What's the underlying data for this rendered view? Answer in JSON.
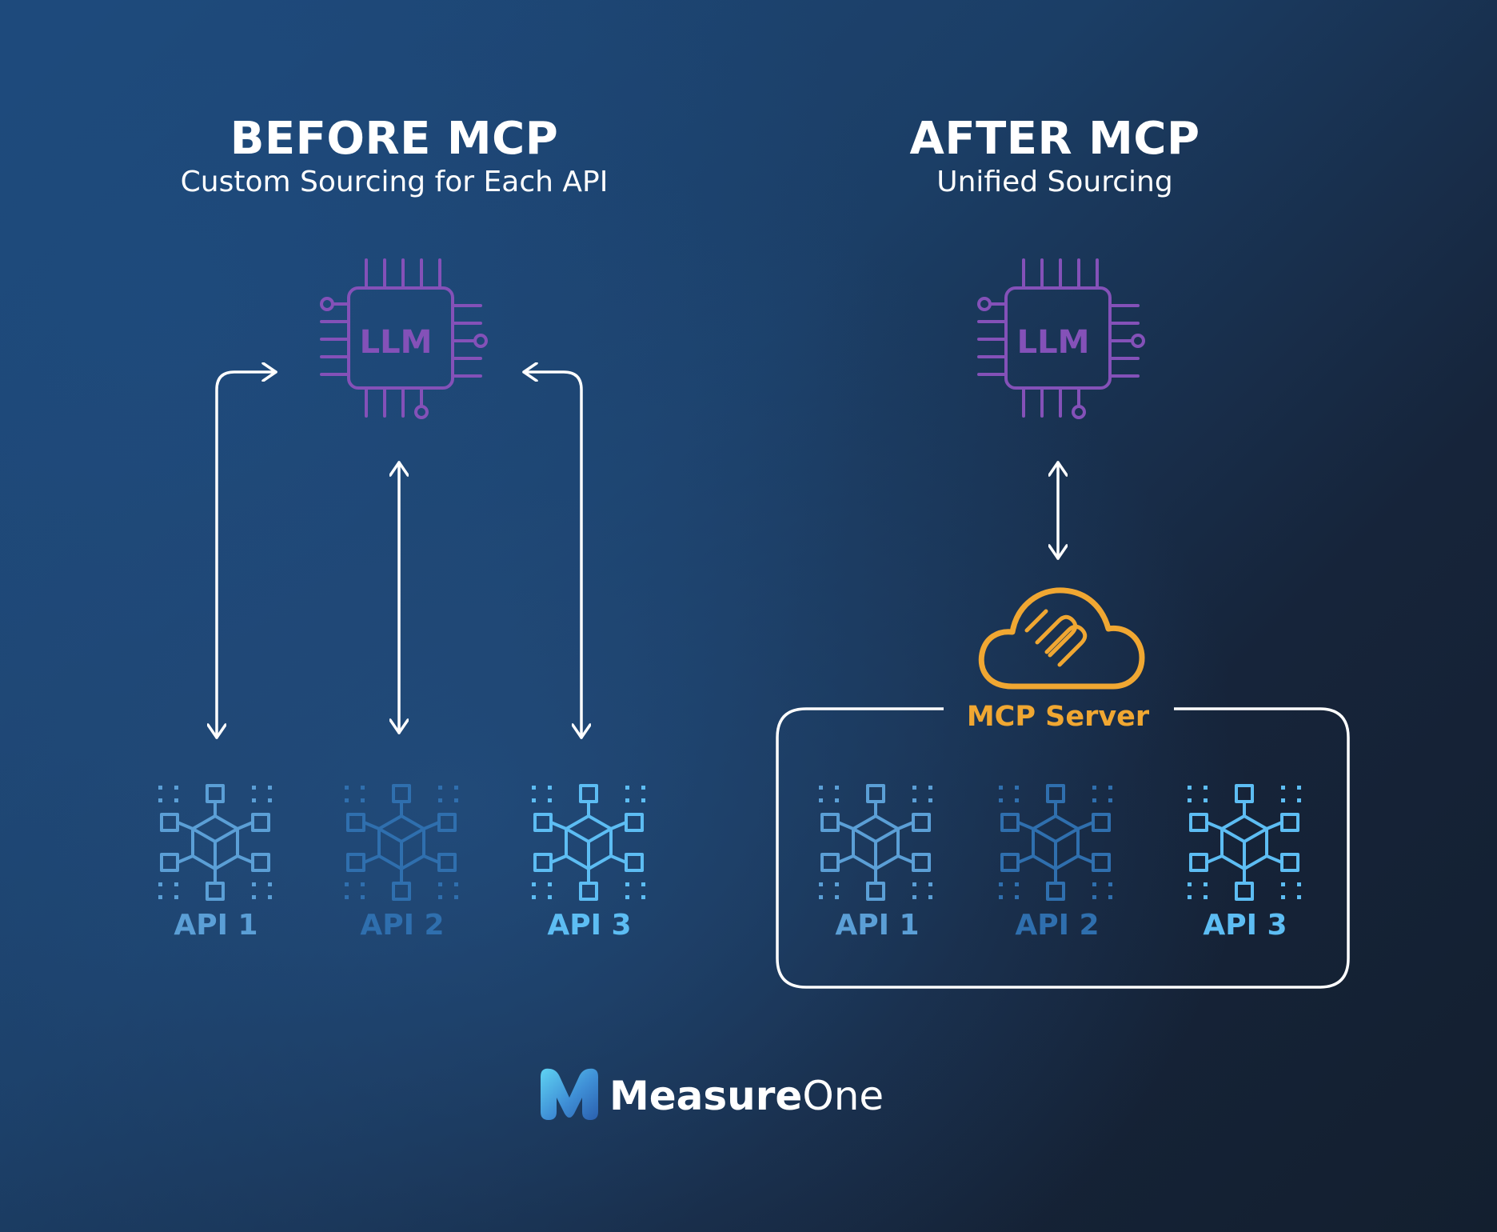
{
  "before": {
    "title": "BEFORE MCP",
    "subtitle": "Custom Sourcing for Each API",
    "llm_label": "LLM",
    "apis": [
      {
        "label": "API 1",
        "color": "#5b9fd6"
      },
      {
        "label": "API 2",
        "color": "#2f6fae"
      },
      {
        "label": "API 3",
        "color": "#5dbdf3"
      }
    ]
  },
  "after": {
    "title": "AFTER MCP",
    "subtitle": "Unified Sourcing",
    "llm_label": "LLM",
    "server_label": "MCP Server",
    "apis": [
      {
        "label": "API 1",
        "color": "#5b9fd6"
      },
      {
        "label": "API 2",
        "color": "#2f6fae"
      },
      {
        "label": "API 3",
        "color": "#5dbdf3"
      }
    ]
  },
  "brand": {
    "name_bold": "Measure",
    "name_light": "One"
  },
  "colors": {
    "chip": "#8451b8",
    "server": "#f0a732",
    "arrow": "#ffffff"
  },
  "icons": {
    "llm": "chip-icon",
    "api": "network-cube-icon",
    "server": "cloud-icon",
    "brand": "measureone-logo-icon"
  }
}
